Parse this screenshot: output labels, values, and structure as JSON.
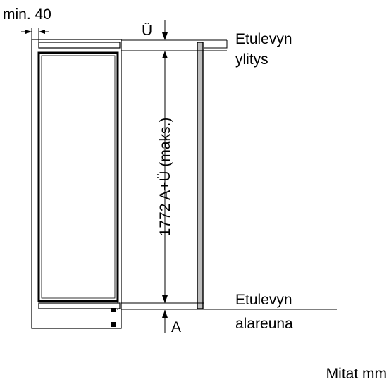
{
  "labels": {
    "min_gap": "min. 40",
    "overlap_symbol": "Ü",
    "bottom_symbol": "A",
    "height_dimension": "1772 A+Ü (maks.)",
    "front_overlap_line1": "Etulevyn",
    "front_overlap_line2": "ylitys",
    "front_bottom_line1": "Etulevyn",
    "front_bottom_line2": "alareuna",
    "units": "Mitat mm"
  },
  "colors": {
    "stroke": "#000000",
    "panel_fill": "#bdbdbd",
    "background": "#ffffff"
  }
}
